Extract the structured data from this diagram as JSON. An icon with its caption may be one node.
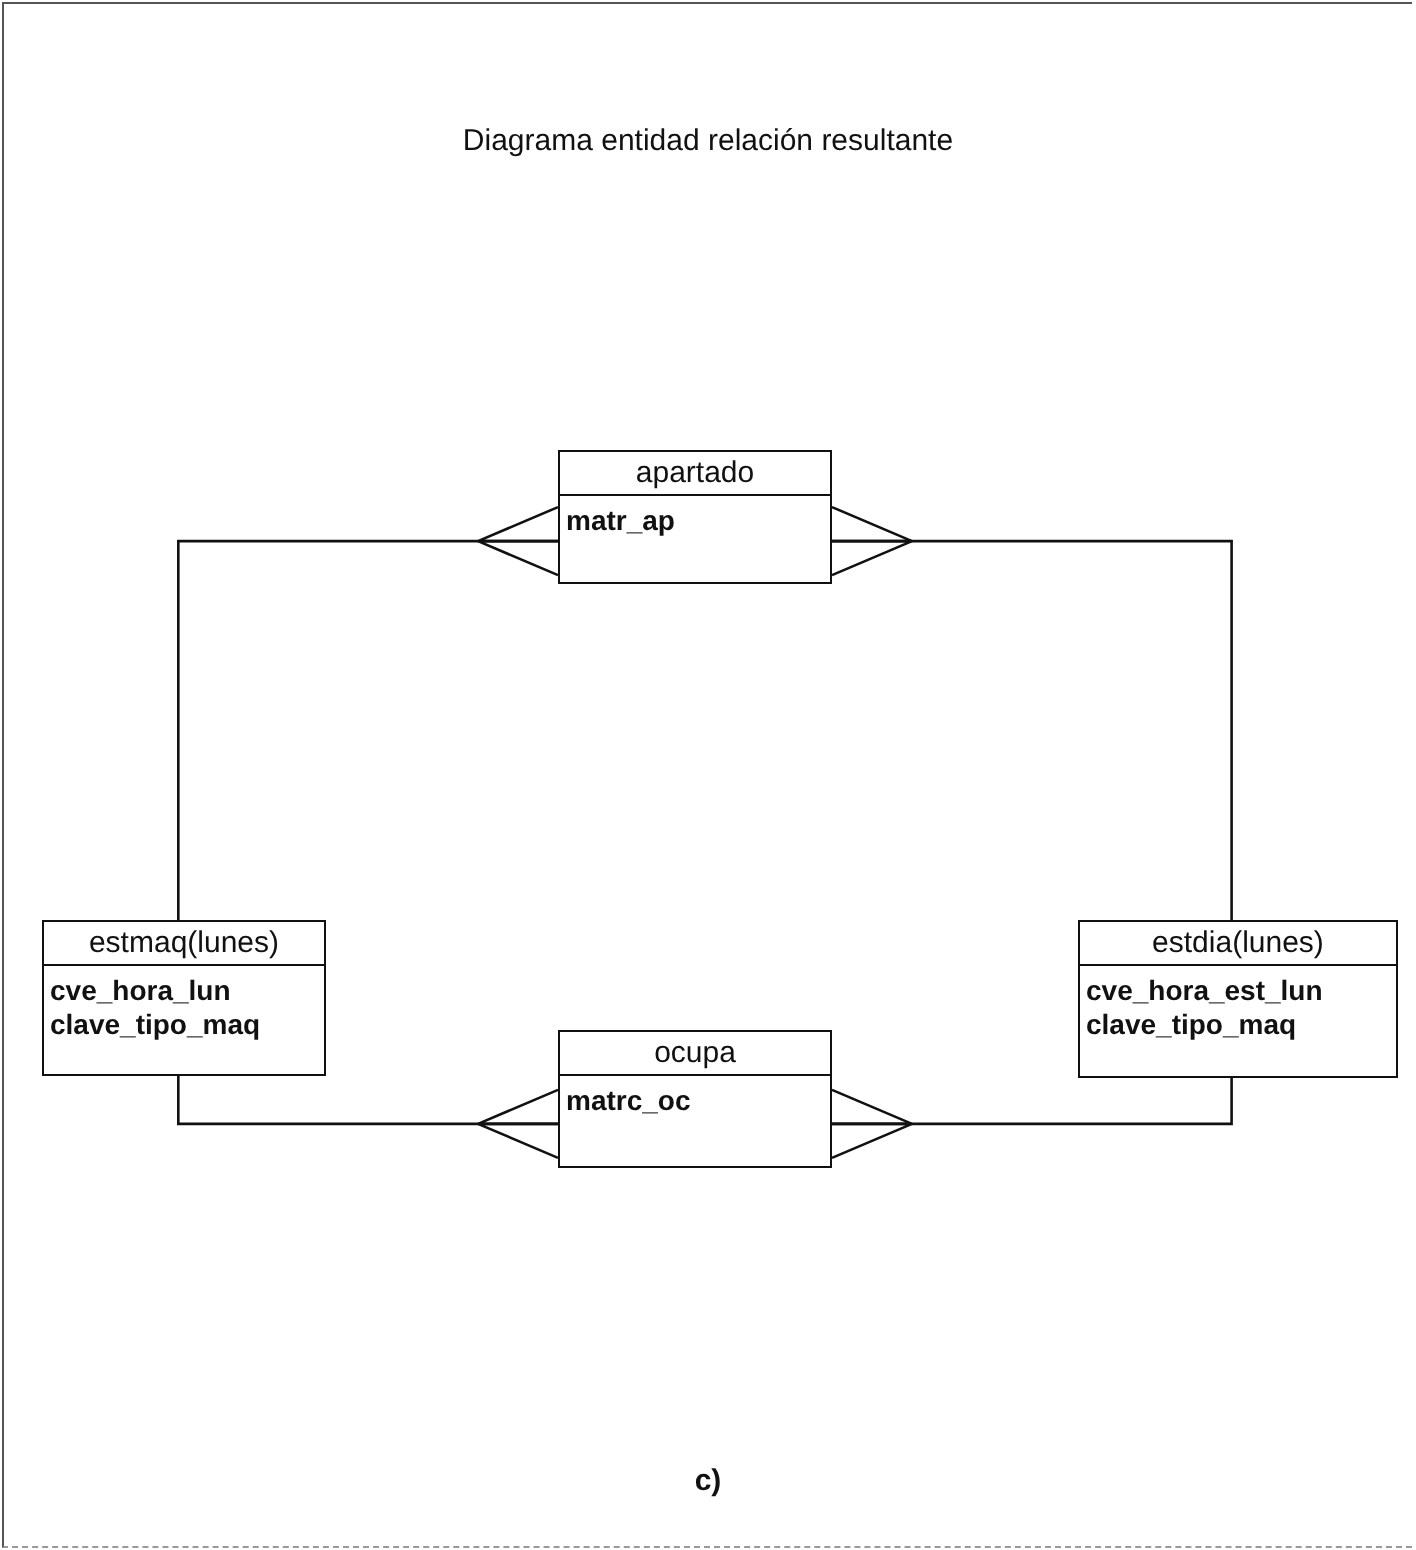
{
  "diagram": {
    "title": "Diagrama entidad relación resultante",
    "caption": "c)",
    "nodes": [
      {
        "text": [
          "apartado",
          "matr_ap"
        ]
      },
      {
        "text": [
          "estmaq(lunes)",
          "cve_hora_lun",
          "clave_tipo_maq"
        ]
      },
      {
        "text": [
          "estdia(lunes)",
          "cve_hora_est_lun",
          "clave_tipo_maq"
        ]
      },
      {
        "text": [
          "ocupa",
          "matrc_oc"
        ]
      }
    ],
    "edges": [
      {
        "from": 1,
        "to": 0,
        "arrow": "other"
      },
      {
        "from": 2,
        "to": 0,
        "arrow": "other"
      },
      {
        "from": 1,
        "to": 3,
        "arrow": "other"
      },
      {
        "from": 2,
        "to": 3,
        "arrow": "other"
      }
    ]
  }
}
